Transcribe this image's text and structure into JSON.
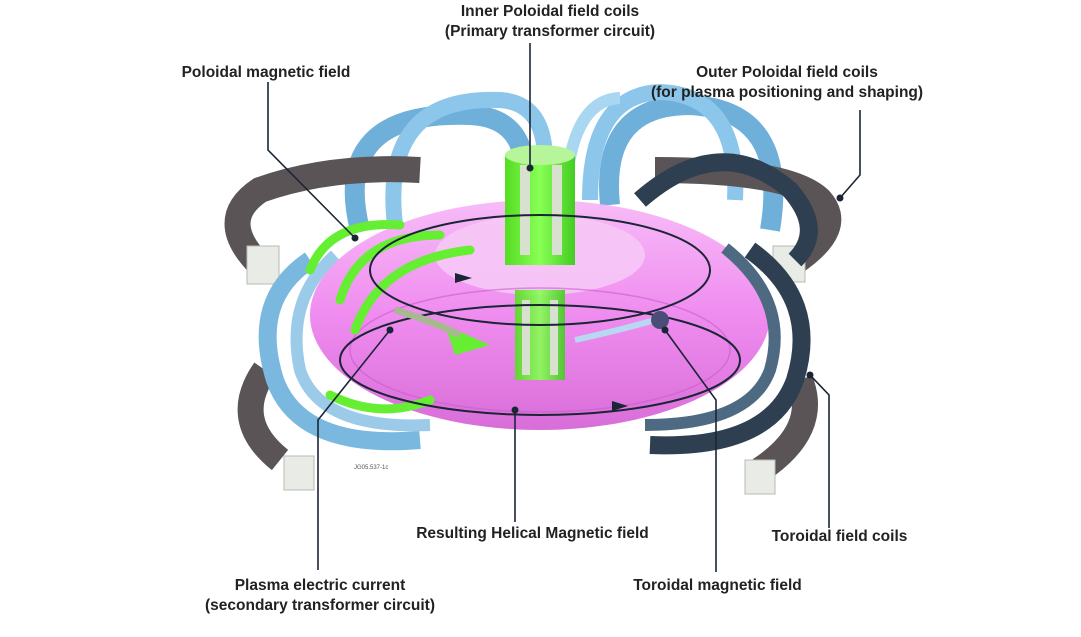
{
  "labels": {
    "inner_coils": {
      "line1": "Inner Poloidal field coils",
      "line2": "(Primary transformer circuit)"
    },
    "poloidal_magnetic_field": "Poloidal magnetic field",
    "outer_coils": {
      "line1": "Outer Poloidal field coils",
      "line2": "(for plasma positioning and shaping)"
    },
    "helical_field": "Resulting Helical Magnetic field",
    "toroidal_field_coils": "Toroidal field coils",
    "plasma_current": {
      "line1": "Plasma electric current",
      "line2": "(secondary transformer circuit)"
    },
    "toroidal_magnetic_field": "Toroidal magnetic field"
  },
  "small_tag": "JG05.537-1c",
  "colors": {
    "plasma": "#ee82ee",
    "coil_light": "#7ab8e0",
    "coil_dark": "#2e3f52",
    "outer_coil": "#5a5456",
    "green": "#66ee33",
    "leader": "#1a2535"
  }
}
